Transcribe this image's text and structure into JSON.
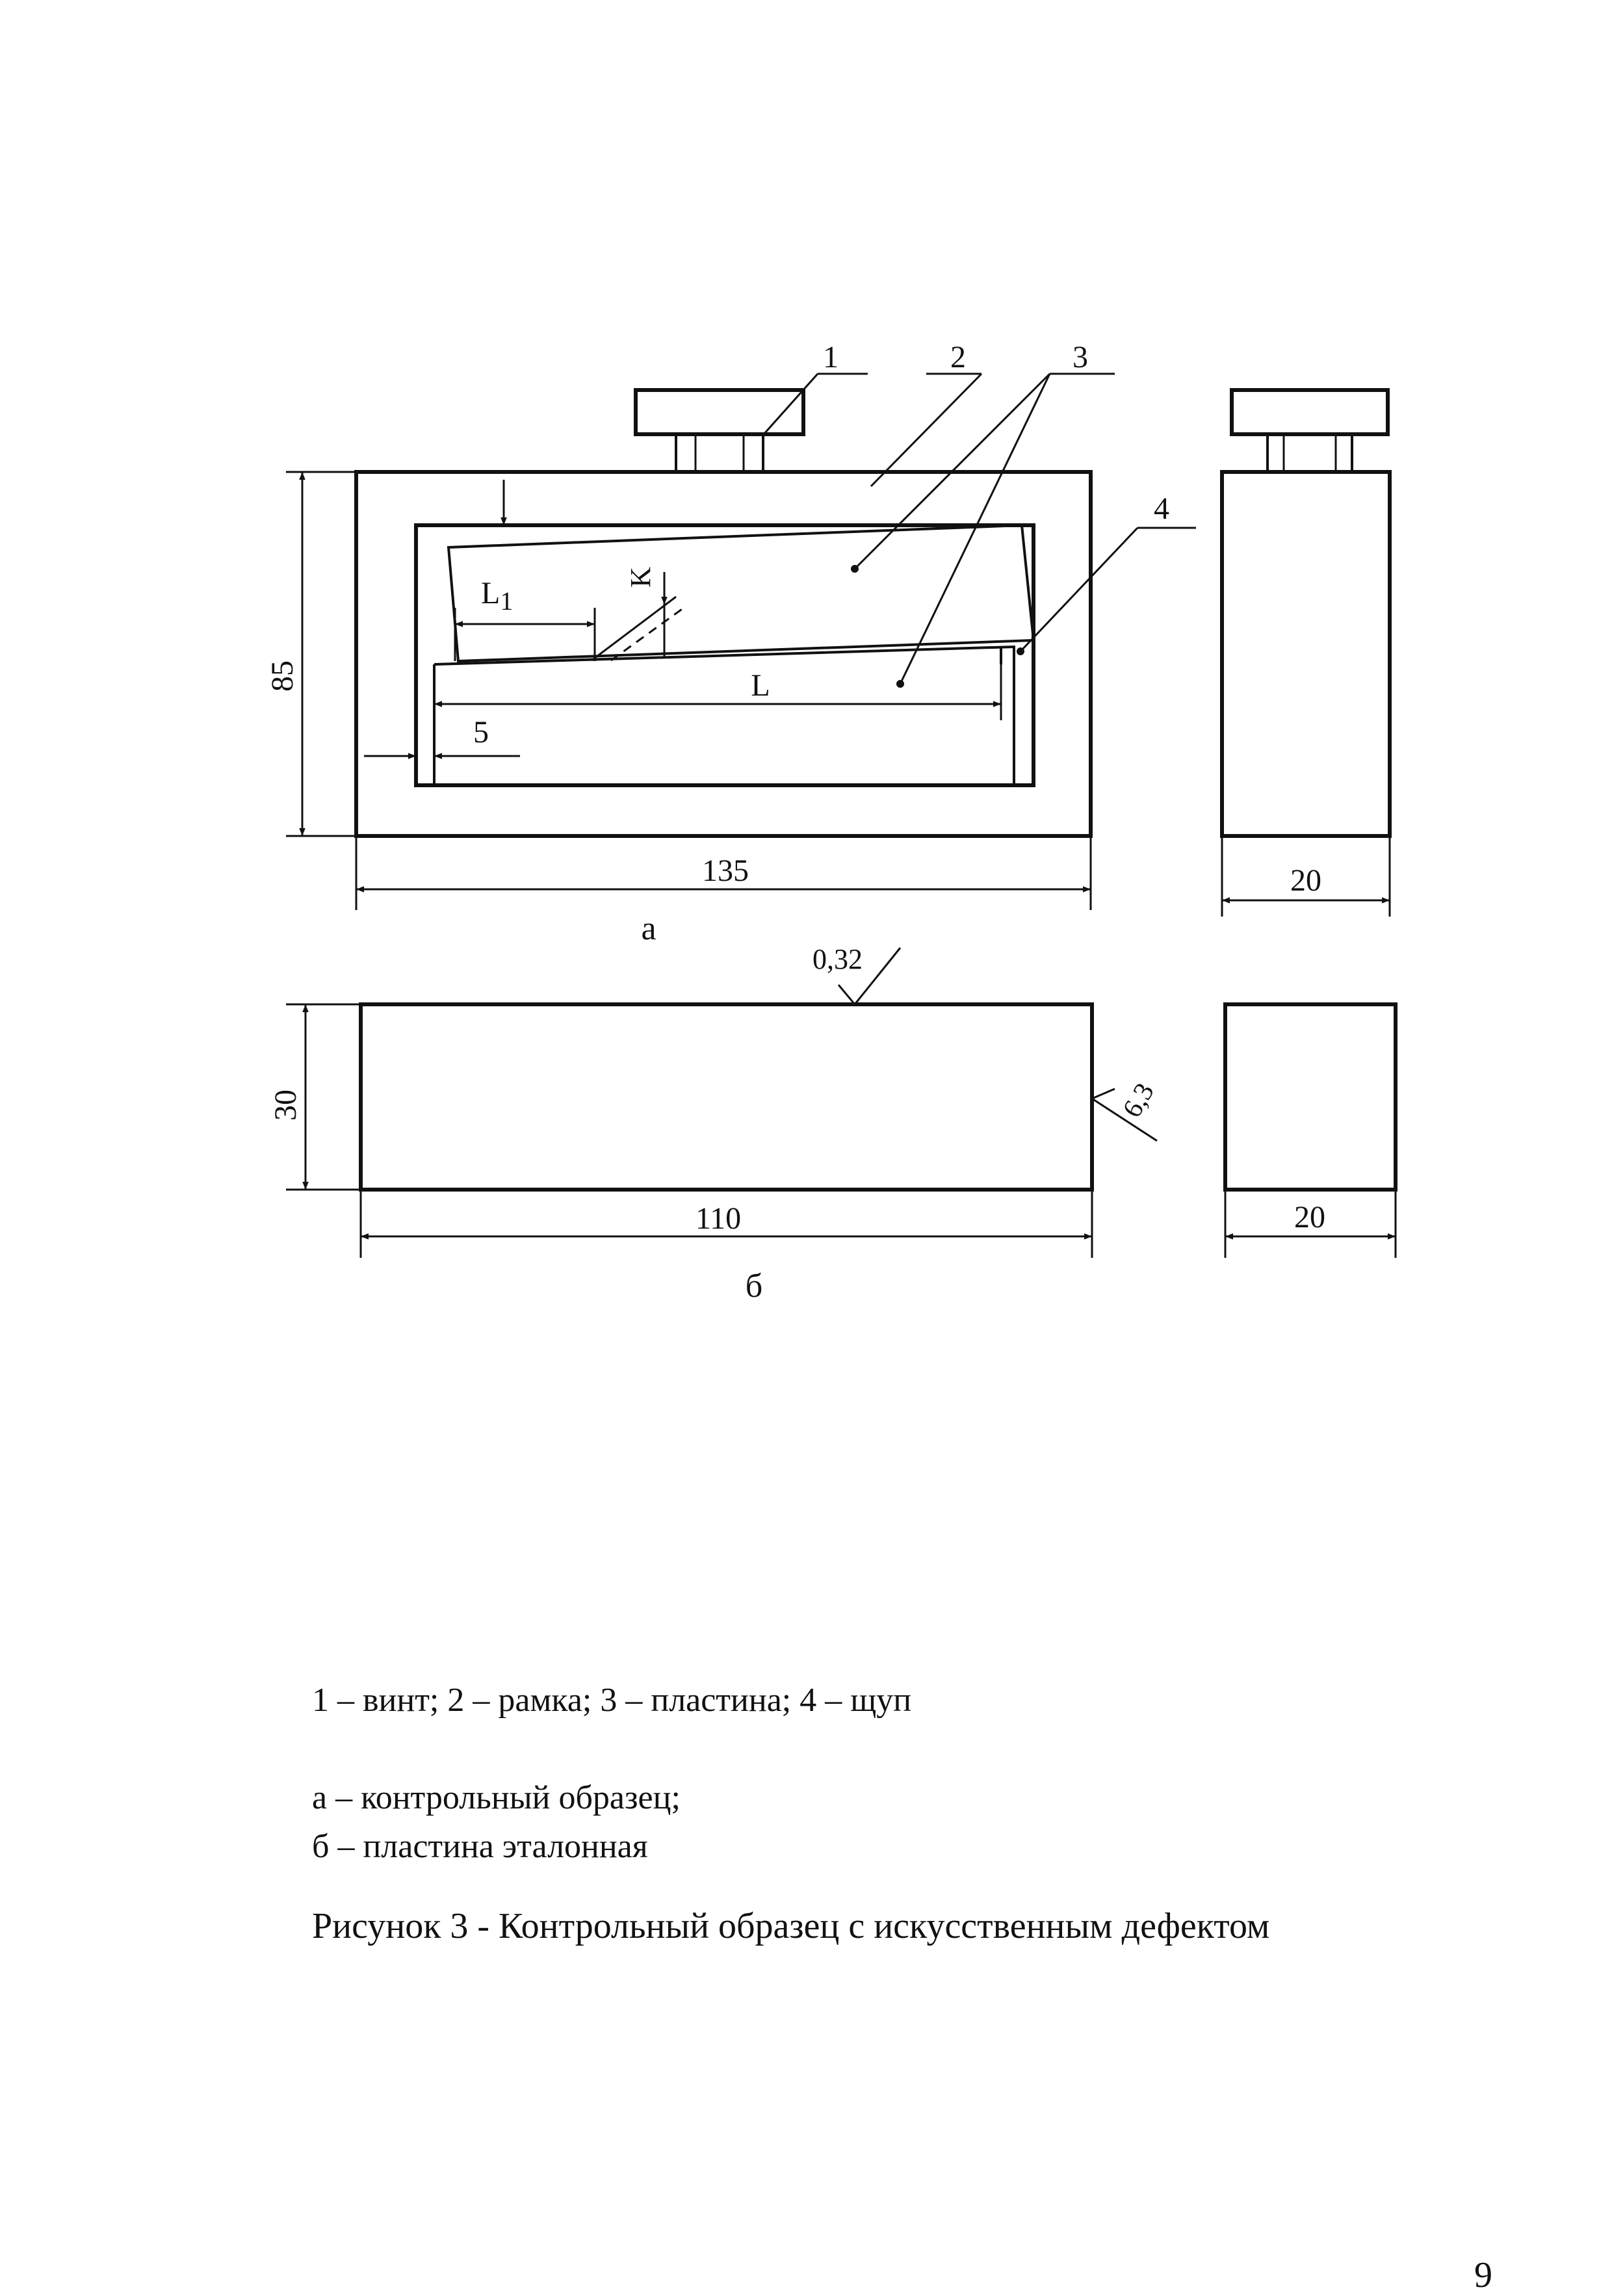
{
  "callouts": {
    "screw": "1",
    "frame": "2",
    "plate": "3",
    "probe": "4"
  },
  "dimensions": {
    "height_a": "85",
    "width_a": "135",
    "depth_a": "20",
    "gap": "5",
    "length": "L",
    "length_1": "L",
    "length_1_sub": "1",
    "defect_k": "K",
    "height_b": "30",
    "width_b": "110",
    "depth_b": "20",
    "roughness_top": "0,32",
    "roughness_side": "6,3"
  },
  "view_labels": {
    "a": "а",
    "b": "б"
  },
  "legend": {
    "parts": "1 – винт; 2 – рамка; 3 – пластина; 4 – щуп",
    "a": "а – контрольный образец;",
    "b": "б – пластина эталонная"
  },
  "caption": "Рисунок 3 - Контрольный образец с искусственным дефектом",
  "page_number": "9"
}
